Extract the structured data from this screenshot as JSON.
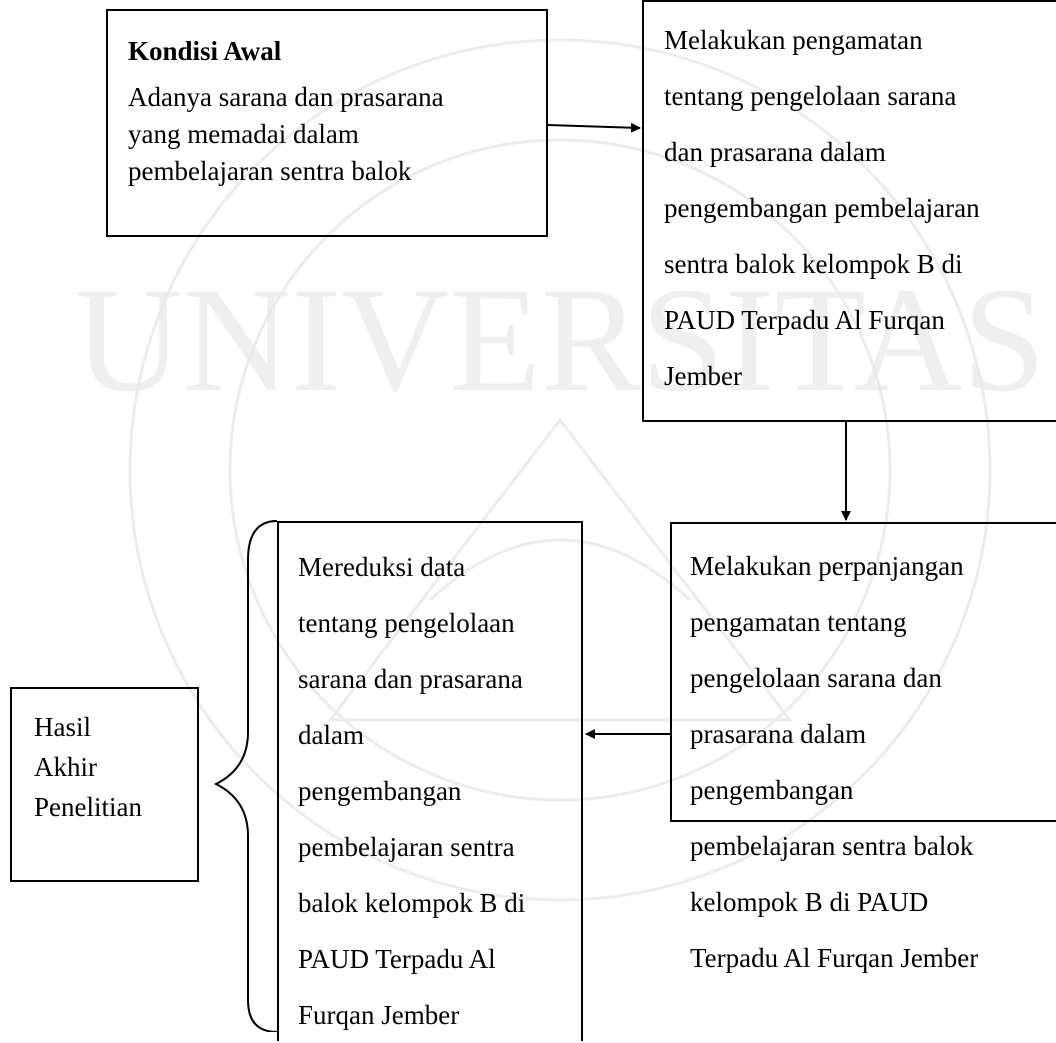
{
  "boxes": {
    "initial": {
      "title": "Kondisi Awal",
      "lines": [
        "Adanya sarana dan prasarana",
        "yang memadai dalam",
        "pembelajaran sentra balok"
      ]
    },
    "observation": {
      "lines": [
        "Melakukan pengamatan",
        "tentang pengelolaan sarana",
        "dan prasarana dalam",
        "pengembangan pembelajaran",
        "sentra balok kelompok B di",
        "PAUD Terpadu Al Furqan",
        "Jember"
      ]
    },
    "extended_observation": {
      "lines": [
        "Melakukan perpanjangan",
        "pengamatan tentang",
        "pengelolaan sarana dan",
        "prasarana dalam",
        "pengembangan",
        "pembelajaran sentra balok",
        "kelompok B di PAUD",
        "Terpadu Al Furqan Jember"
      ]
    },
    "reduction": {
      "lines": [
        "Mereduksi data",
        "tentang pengelolaan",
        "sarana dan prasarana",
        "dalam",
        "pengembangan",
        "pembelajaran sentra",
        "balok kelompok B di",
        "PAUD Terpadu Al",
        "Furqan Jember"
      ]
    },
    "result": {
      "lines": [
        "Hasil",
        "Akhir",
        "Penelitian"
      ]
    }
  },
  "watermark": {
    "text": "UNIVERSITAS",
    "color": "#c9c9c9"
  },
  "colors": {
    "line": "#000000",
    "background": "#ffffff"
  }
}
